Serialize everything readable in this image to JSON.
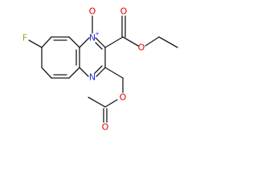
{
  "molecule": {
    "colors": {
      "bond": "#1a1a1a",
      "oxygen": "#e00000",
      "nitrogen": "#2a2ad8",
      "fluorine": "#7fb020",
      "background": "#ffffff"
    },
    "atoms": {
      "fluorine": "F",
      "n_oxide_nitrogen": "N",
      "n_oxide_charge": "+",
      "n_oxide_oxygen": "O",
      "ring_nitrogen": "N",
      "ester_carbonyl_oxygen": "O",
      "ester_ether_oxygen": "O",
      "acetoxy_ether_oxygen": "O",
      "acetoxy_carbonyl_oxygen": "O"
    }
  }
}
